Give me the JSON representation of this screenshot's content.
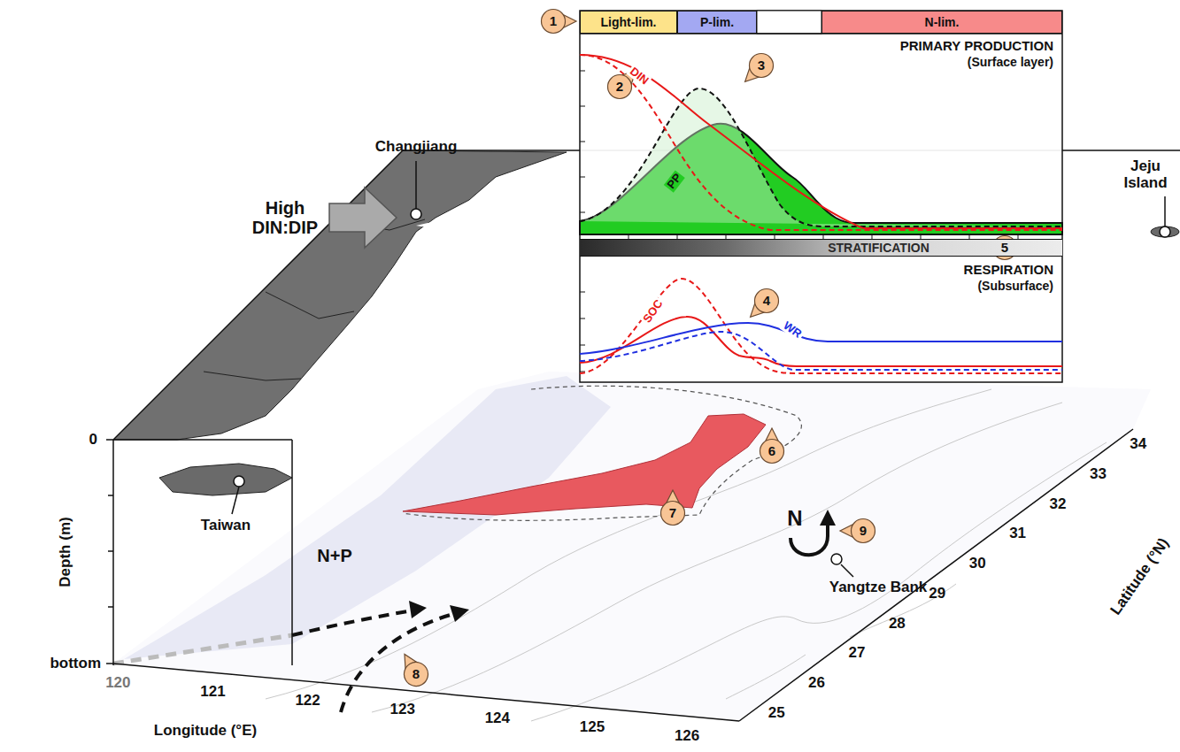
{
  "diagram": {
    "nodes": [
      {
        "text": [
          "Light-lim."
        ]
      },
      {
        "text": [
          "P-lim."
        ]
      },
      {
        "text": [
          "N-lim."
        ]
      },
      {
        "text": [
          "STRATIFICATION"
        ]
      }
    ],
    "labels": [
      "1",
      "2",
      "3",
      "4",
      "5",
      "6",
      "7",
      "8",
      "9",
      "PRIMARY PRODUCTION",
      "(Surface layer)",
      "RESPIRATION",
      "(Subsurface)",
      "DIN",
      "PP",
      "SOC",
      "WR",
      "High DIN:DIP",
      "Changjiang",
      "Jeju Island",
      "Taiwan",
      "Yangtze Bank",
      "N+P",
      "N",
      "Depth (m)",
      "0",
      "bottom",
      "120",
      "121",
      "122",
      "123",
      "124",
      "125",
      "126",
      "Longitude (°E)",
      "25",
      "26",
      "27",
      "28",
      "29",
      "30",
      "31",
      "32",
      "33",
      "34",
      "Latitude (°N)"
    ]
  }
}
